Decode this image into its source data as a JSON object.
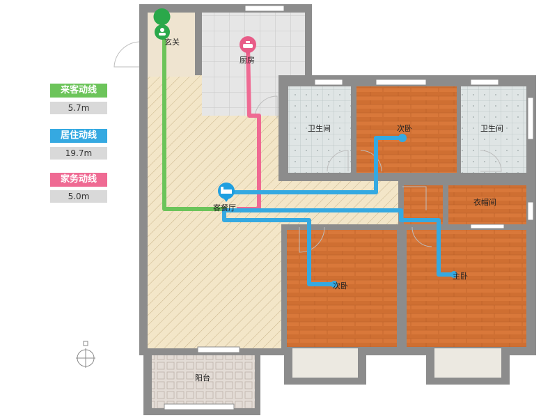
{
  "legend": [
    {
      "label": "来客动线",
      "value": "5.7m",
      "color": "#6cc45a"
    },
    {
      "label": "居住动线",
      "value": "19.7m",
      "color": "#35a9e1"
    },
    {
      "label": "家务动线",
      "value": "5.0m",
      "color": "#ef6a93"
    }
  ],
  "rooms": {
    "entrance": "玄关",
    "kitchen": "厨房",
    "bath_left": "卫生间",
    "bath_right": "卫生间",
    "bedroom_top": "次卧",
    "cloakroom": "衣帽间",
    "living": "客餐厅",
    "bedroom_bottom": "次卧",
    "master": "主卧",
    "balcony": "阳台"
  },
  "colors": {
    "wall": "#8c8c8c",
    "floor_wood": "#d9783a",
    "living_floor": "#f3e6c8",
    "tile": "#dfe5e5",
    "guest_route": "#6cc45a",
    "living_route": "#35a9e1",
    "chore_route": "#ef6a93"
  },
  "icons": [
    "entrance-pin-icon",
    "kitchen-pin-icon",
    "living-pin-icon",
    "compass-icon"
  ]
}
